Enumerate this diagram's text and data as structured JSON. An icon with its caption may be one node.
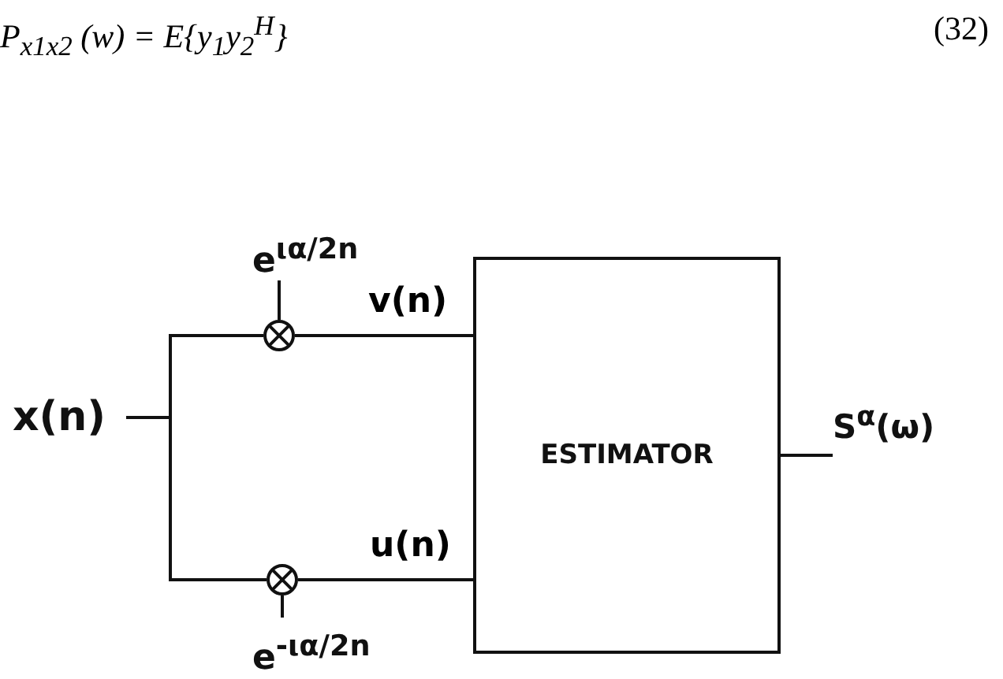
{
  "diagram": {
    "nodes": [
      {
        "text": [
          "x(n)"
        ]
      },
      {
        "text": [],
        "shape": "circle"
      },
      {
        "text": [],
        "shape": "circle"
      },
      {
        "text": [
          "ESTIMATOR"
        ]
      },
      {
        "text": [
          "S$^{α}$(ω)"
        ]
      },
      {
        "text": [
          "e$^{ια/2n}$"
        ]
      },
      {
        "text": [
          "e$^{-ια/2n}$"
        ]
      }
    ],
    "edges": [
      {
        "from": 0,
        "to": 1,
        "arrow": "none"
      },
      {
        "from": 0,
        "to": 2,
        "arrow": "none"
      },
      {
        "from": 1,
        "to": 3,
        "arrow": "none",
        "label": "v(n)"
      },
      {
        "from": 2,
        "to": 3,
        "arrow": "none",
        "label": "u(n)"
      },
      {
        "from": 3,
        "to": 4,
        "arrow": "none"
      },
      {
        "from": 5,
        "to": 1,
        "arrow": "none"
      },
      {
        "from": 6,
        "to": 2,
        "arrow": "none"
      }
    ],
    "labels": [
      "P$_{x1x2}$ (w) = E{y$_{1}$y$_{2}$$^{H}$}",
      "(32)"
    ]
  }
}
